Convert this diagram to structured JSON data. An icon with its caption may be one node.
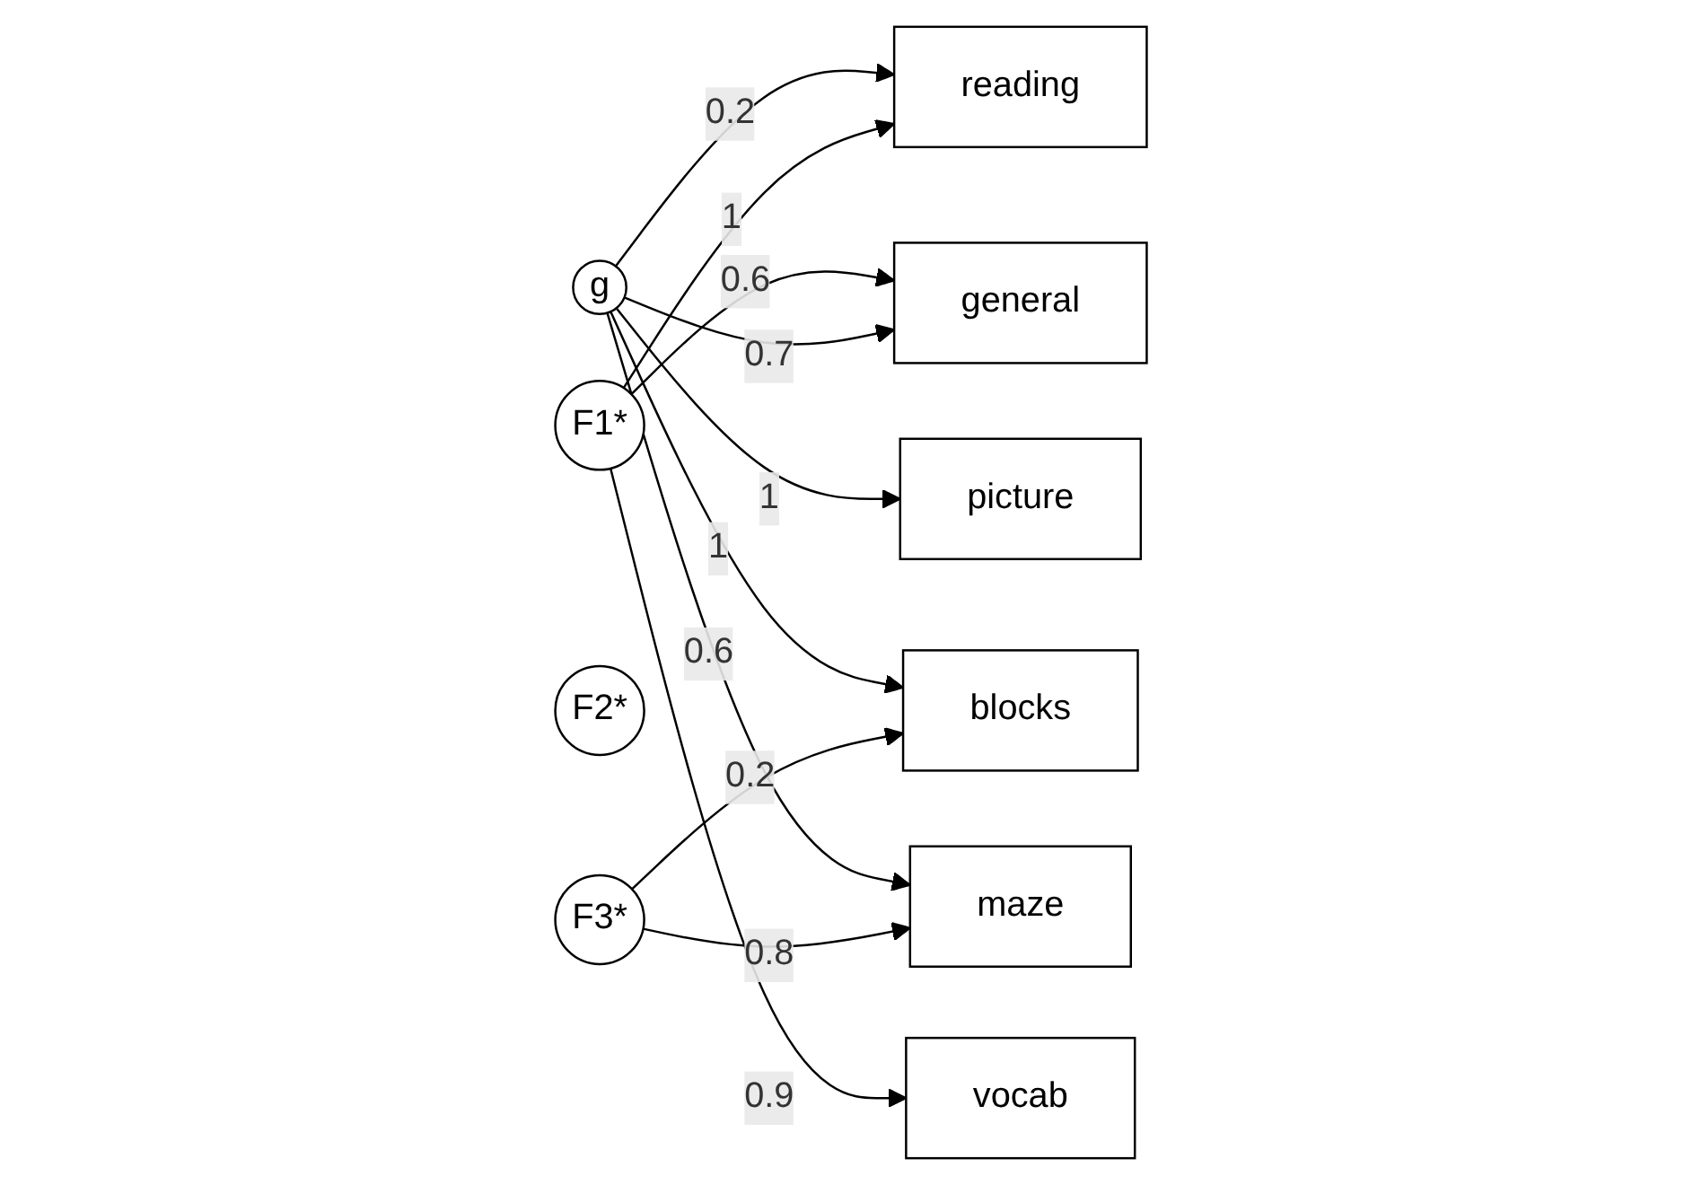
{
  "diagram": {
    "nodes": [
      {
        "text": [
          "g"
        ]
      },
      {
        "text": [
          "reading"
        ]
      },
      {
        "text": [
          "vocab"
        ]
      },
      {
        "text": [
          "general"
        ]
      },
      {
        "text": [
          "picture"
        ]
      },
      {
        "text": [
          "blocks"
        ]
      },
      {
        "text": [
          "maze"
        ]
      },
      {
        "text": [
          "F1*"
        ]
      },
      {
        "text": [
          "F2*"
        ]
      },
      {
        "text": [
          "F3*"
        ]
      }
    ],
    "edges": [
      {
        "from": 0,
        "to": 1,
        "arrow": "to",
        "label": "0.2"
      },
      {
        "from": 7,
        "to": 1,
        "arrow": "to",
        "label": "1"
      },
      {
        "from": 7,
        "to": 2,
        "arrow": "to",
        "label": "0.9"
      },
      {
        "from": 7,
        "to": 3,
        "arrow": "to",
        "label": "0.6"
      },
      {
        "from": 0,
        "to": 3,
        "arrow": "to",
        "label": "0.7"
      },
      {
        "from": 0,
        "to": 4,
        "arrow": "to",
        "label": "1"
      },
      {
        "from": 0,
        "to": 5,
        "arrow": "to",
        "label": "1"
      },
      {
        "from": 0,
        "to": 6,
        "arrow": "to",
        "label": "0.6"
      },
      {
        "from": 9,
        "to": 5,
        "arrow": "to",
        "label": "0.2"
      },
      {
        "from": 9,
        "to": 6,
        "arrow": "to",
        "label": "0.8"
      }
    ]
  }
}
